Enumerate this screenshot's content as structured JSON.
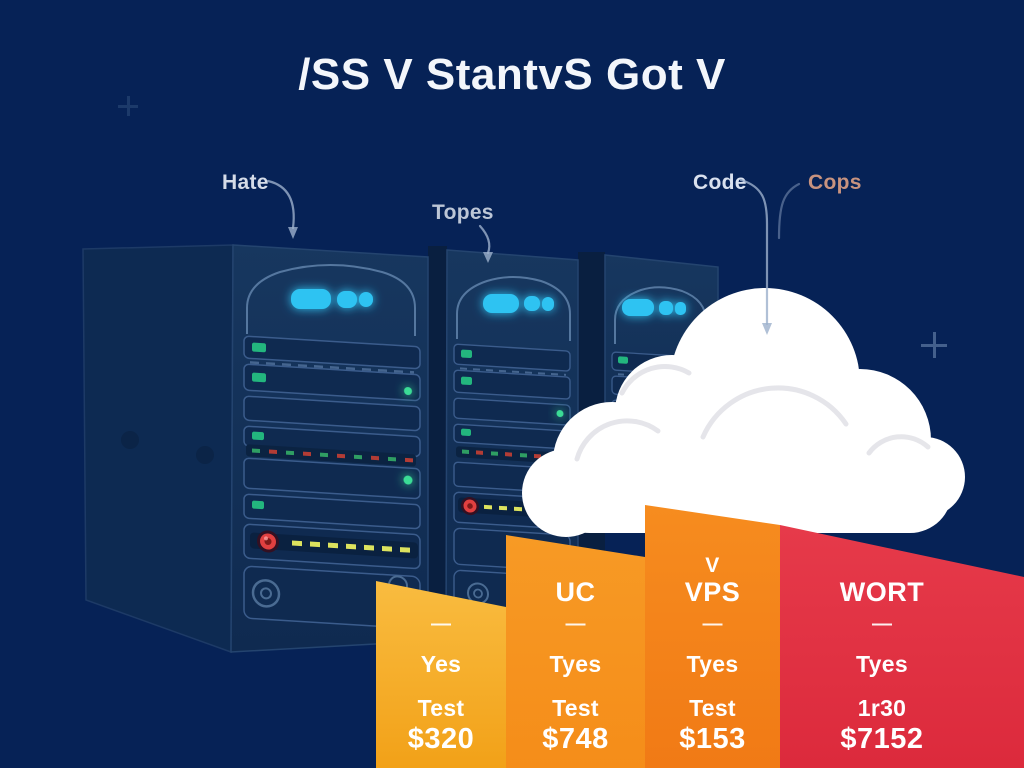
{
  "title": "/SS V StantvS Got V",
  "background_color": "#062256",
  "callouts": {
    "hate": {
      "label": "Hate",
      "color": "#d5dce8"
    },
    "topes": {
      "label": "Topes",
      "color": "#bcc6d6"
    },
    "code": {
      "label": "Code",
      "color": "#d9e1ef"
    },
    "cops": {
      "label": "Cops",
      "color": "#c8937f"
    }
  },
  "pricing_columns": [
    {
      "header_line1": "",
      "header_line2": "",
      "separator": "—",
      "feature1": "Yes",
      "feature2": "Test",
      "price": "$320",
      "color_top": "#f9bc40",
      "color_bottom": "#f2a118"
    },
    {
      "header_line1": "UC",
      "header_line2": "",
      "separator": "—",
      "feature1": "Tyes",
      "feature2": "Test",
      "price": "$748",
      "color_top": "#f79a25",
      "color_bottom": "#f58d19"
    },
    {
      "header_line1": "V",
      "header_line2": "VPS",
      "separator": "—",
      "feature1": "Tyes",
      "feature2": "Test",
      "price": "$153",
      "color_top": "#f68c1f",
      "color_bottom": "#f17a15"
    },
    {
      "header_line1": "WORT",
      "header_line2": "",
      "separator": "—",
      "feature1": "Tyes",
      "feature2": "1r30",
      "price": "$7152",
      "color_top": "#e63a4a",
      "color_bottom": "#dc2a3c"
    }
  ],
  "icons": {
    "server_rack": "server-rack",
    "cloud": "cloud",
    "status_lights": "cyan-status-lights",
    "plus": "plus-mark",
    "arrow": "callout-arrow"
  },
  "accent_colors": {
    "cyan_light": "#2fc3f2",
    "led_green": "#23b67e",
    "led_yellow": "#dce25e",
    "led_red": "#b23c35",
    "cloud_white": "#ffffff"
  }
}
